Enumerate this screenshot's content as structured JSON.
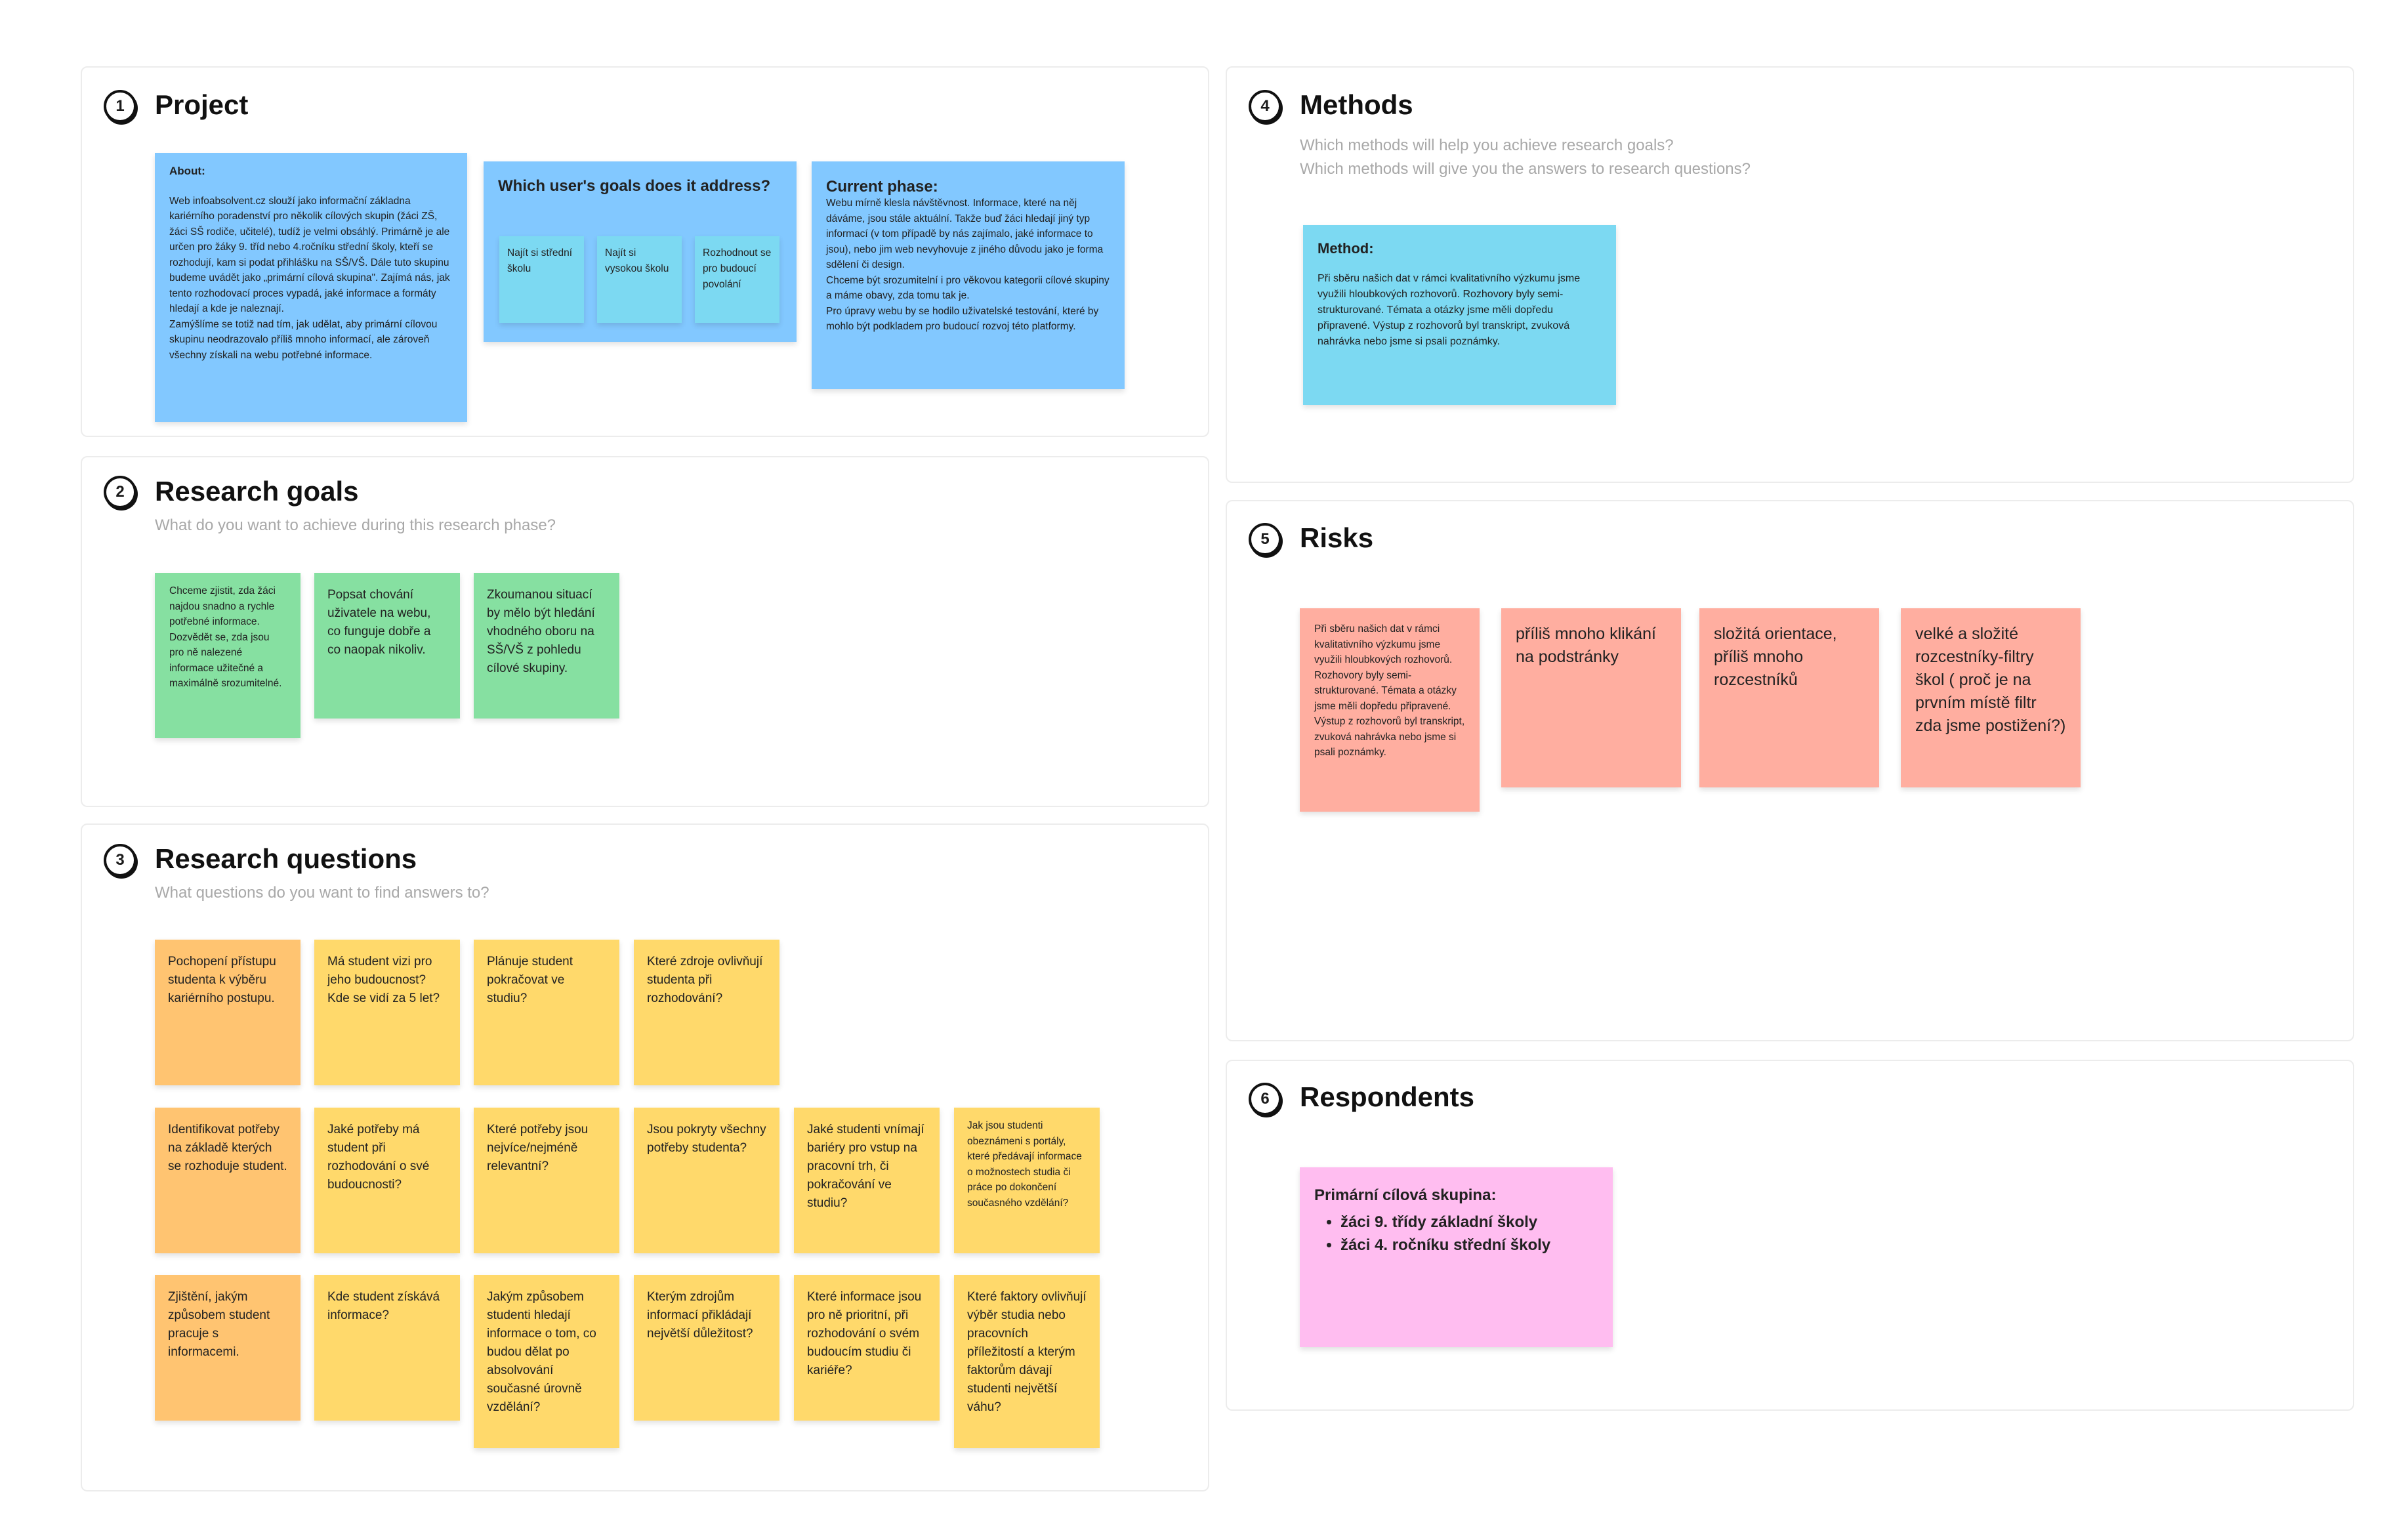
{
  "project": {
    "number": "1",
    "title": "Project",
    "about_heading": "About:",
    "about_text": "Web infoabsolvent.cz slouží jako informační základna kariérního poradenství pro několik cílových skupin (žáci ZŠ, žáci SŠ rodiče, učitelé), tudíž je velmi obsáhlý. Primárně je ale určen pro žáky 9. tříd nebo 4.ročníku střední školy, kteří se rozhodují, kam si podat přihlášku na SŠ/VŠ. Dále tuto skupinu budeme uvádět jako „primární cílová skupina\". Zajímá nás, jak tento rozhodovací proces vypadá, jaké informace a formáty hledají a kde je naleznají.\nZamýšlíme se totiž nad tím, jak udělat, aby primární cílovou skupinu neodrazovalo příliš mnoho informací, ale zároveň všechny získali na webu potřebné informace.",
    "goals_heading": "Which user's goals does it address?",
    "goals": [
      "Najít si střední školu",
      "Najít si vysokou školu",
      "Rozhodnout se pro budoucí povolání"
    ],
    "phase_heading": "Current phase:",
    "phase_text": "Webu mírně klesla návštěvnost. Informace, které na něj dáváme, jsou stále aktuální. Takže buď žáci hledají jiný typ informací (v tom případě by nás zajímalo, jaké informace to jsou), nebo jim web nevyhovuje z jiného důvodu jako je forma sdělení či design.\nChceme být srozumitelní i pro věkovou kategorii cílové skupiny a máme obavy, zda tomu tak je.\nPro úpravy webu by se hodilo uživatelské testování, které by mohlo být podkladem pro budoucí rozvoj této platformy."
  },
  "research_goals": {
    "number": "2",
    "title": "Research goals",
    "subtitle": "What do you want to achieve during this research phase?",
    "notes": [
      "Chceme zjistit, zda žáci najdou snadno a rychle potřebné informace. Dozvědět se, zda jsou pro ně nalezené informace užitečné a maximálně srozumitelné.",
      "Popsat chování uživatele na webu, co funguje dobře a co naopak nikoliv.",
      "Zkoumanou situací by mělo být hledání vhodného oboru na SŠ/VŠ z pohledu cílové skupiny."
    ]
  },
  "research_questions": {
    "number": "3",
    "title": "Research questions",
    "subtitle": "What questions do you want to find answers to?",
    "row1": [
      "Pochopení přístupu studenta k výběru kariérního postupu.",
      "Má student vizi pro jeho budoucnost? Kde se vidí za 5 let?",
      "Plánuje student pokračovat ve studiu?",
      "Které zdroje ovlivňují studenta při rozhodování?"
    ],
    "row2": [
      "Identifikovat potřeby na základě kterých se rozhoduje student.",
      "Jaké potřeby má student při rozhodování o své budoucnosti?",
      "Které potřeby jsou nejvíce/nejméně relevantní?",
      "Jsou pokryty všechny potřeby studenta?",
      "Jaké studenti vnímají bariéry pro vstup na pracovní trh, či pokračování ve studiu?",
      "Jak jsou studenti obeznámeni s portály, které předávají informace o možnostech studia či práce po dokončení současného vzdělání?"
    ],
    "row3": [
      "Zjištění, jakým způsobem student pracuje s informacemi.",
      "Kde student získává informace?",
      "Jakým způsobem studenti hledají informace o tom, co budou dělat po absolvování současné úrovně vzdělání?",
      "Kterým zdrojům informací přikládají největší důležitost?",
      "Které informace jsou pro ně prioritní, při rozhodování o svém budoucím studiu či kariéře?",
      "Které faktory ovlivňují výběr studia nebo pracovních příležitostí a kterým faktorům dávají studenti největší váhu?"
    ]
  },
  "methods": {
    "number": "4",
    "title": "Methods",
    "subtitle1": "Which methods will help you achieve research goals?",
    "subtitle2": "Which methods will give you the answers to research questions?",
    "note_heading": "Method:",
    "note_text": "Při sběru našich dat v rámci kvalitativního výzkumu jsme využili hloubkových rozhovorů. Rozhovory byly semi-strukturované. Témata a otázky jsme měli dopředu připravené. Výstup z rozhovorů byl transkript, zvuková nahrávka nebo jsme si psali poznámky."
  },
  "risks": {
    "number": "5",
    "title": "Risks",
    "notes": [
      "Při sběru našich dat v rámci kvalitativního výzkumu jsme využili hloubkových rozhovorů. Rozhovory byly semi-strukturované. Témata a otázky jsme měli dopředu připravené. Výstup z rozhovorů byl transkript, zvuková nahrávka nebo jsme si psali poznámky.",
      "příliš mnoho klikání na podstránky",
      "složitá orientace, příliš mnoho rozcestníků",
      "velké a složité rozcestníky-filtry škol ( proč je na prvním místě filtr zda jsme postižení?)"
    ]
  },
  "respondents": {
    "number": "6",
    "title": "Respondents",
    "note_heading": "Primární cílová skupina:",
    "items": [
      "žáci 9. třídy základní školy",
      "žáci 4. ročníku střední školy"
    ]
  }
}
